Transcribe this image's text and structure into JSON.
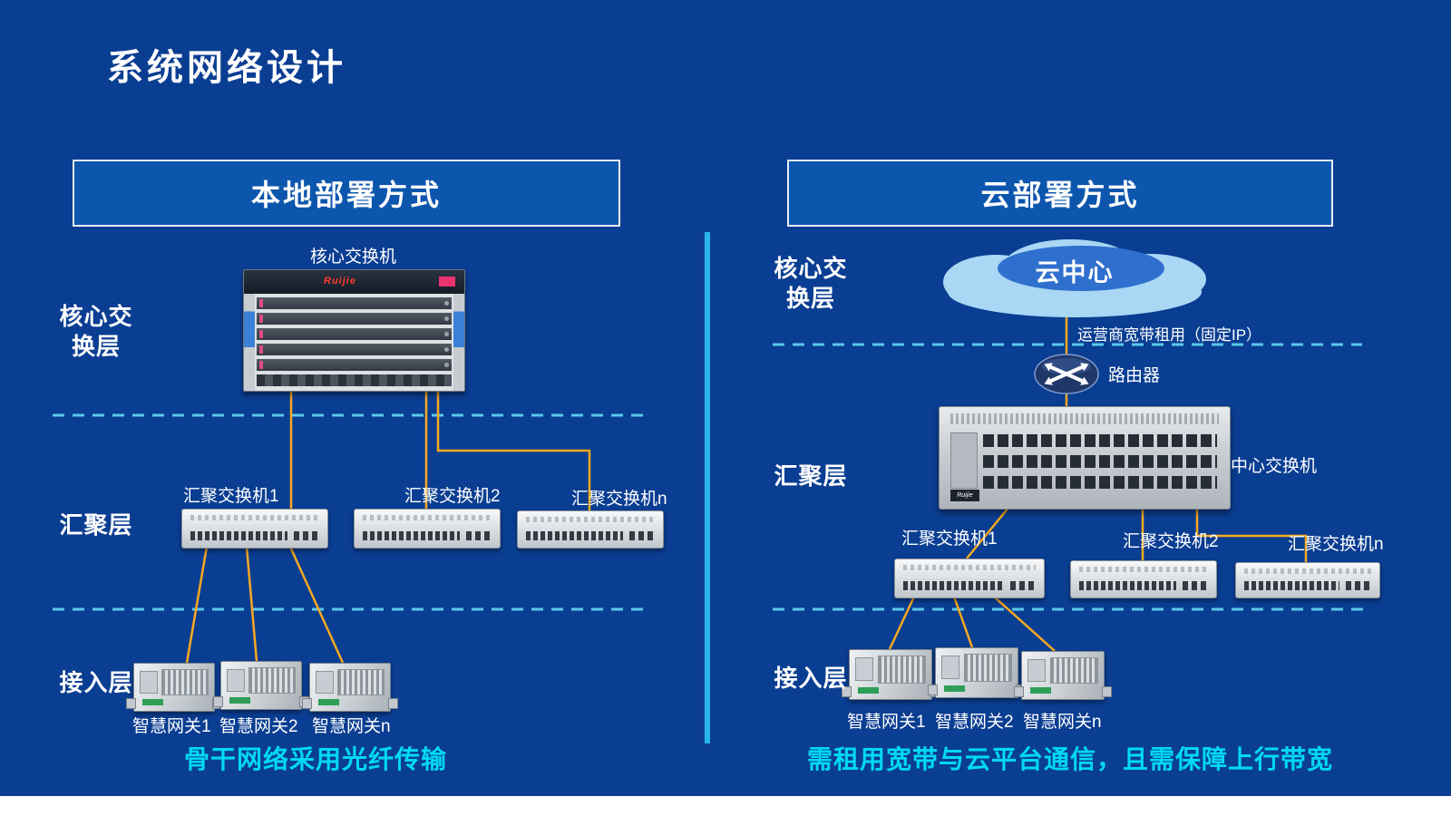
{
  "title": "系统网络设计",
  "colors": {
    "background": "#0a3e92",
    "header_fill": "#0d56ad",
    "divider_cyan": "#29b6e9",
    "dashed_line": "#5fd0f2",
    "wire_orange": "#f8a81f",
    "caption_cyan": "#00d9f2"
  },
  "left": {
    "header": "本地部署方式",
    "layers": {
      "core": "核心交\n换层",
      "aggregation": "汇聚层",
      "access": "接入层"
    },
    "core_switch": {
      "label": "核心交换机",
      "brand": "Ruijie"
    },
    "agg_switches": [
      {
        "label": "汇聚交换机1"
      },
      {
        "label": "汇聚交换机2"
      },
      {
        "label": "汇聚交换机n"
      }
    ],
    "gateways": [
      {
        "label": "智慧网关1"
      },
      {
        "label": "智慧网关2"
      },
      {
        "label": "智慧网关n"
      }
    ],
    "caption": "骨干网络采用光纤传输"
  },
  "right": {
    "header": "云部署方式",
    "layers": {
      "core": "核心交\n换层",
      "aggregation": "汇聚层",
      "access": "接入层"
    },
    "cloud": {
      "label": "云中心"
    },
    "wan_note": "运营商宽带租用（固定IP）",
    "router": {
      "label": "路由器"
    },
    "center_switch": {
      "label": "中心交换机",
      "brand": "Ruijie"
    },
    "agg_switches": [
      {
        "label": "汇聚交换机1"
      },
      {
        "label": "汇聚交换机2"
      },
      {
        "label": "汇聚交换机n"
      }
    ],
    "gateways": [
      {
        "label": "智慧网关1"
      },
      {
        "label": "智慧网关2"
      },
      {
        "label": "智慧网关n"
      }
    ],
    "caption": "需租用宽带与云平台通信，且需保障上行带宽"
  }
}
